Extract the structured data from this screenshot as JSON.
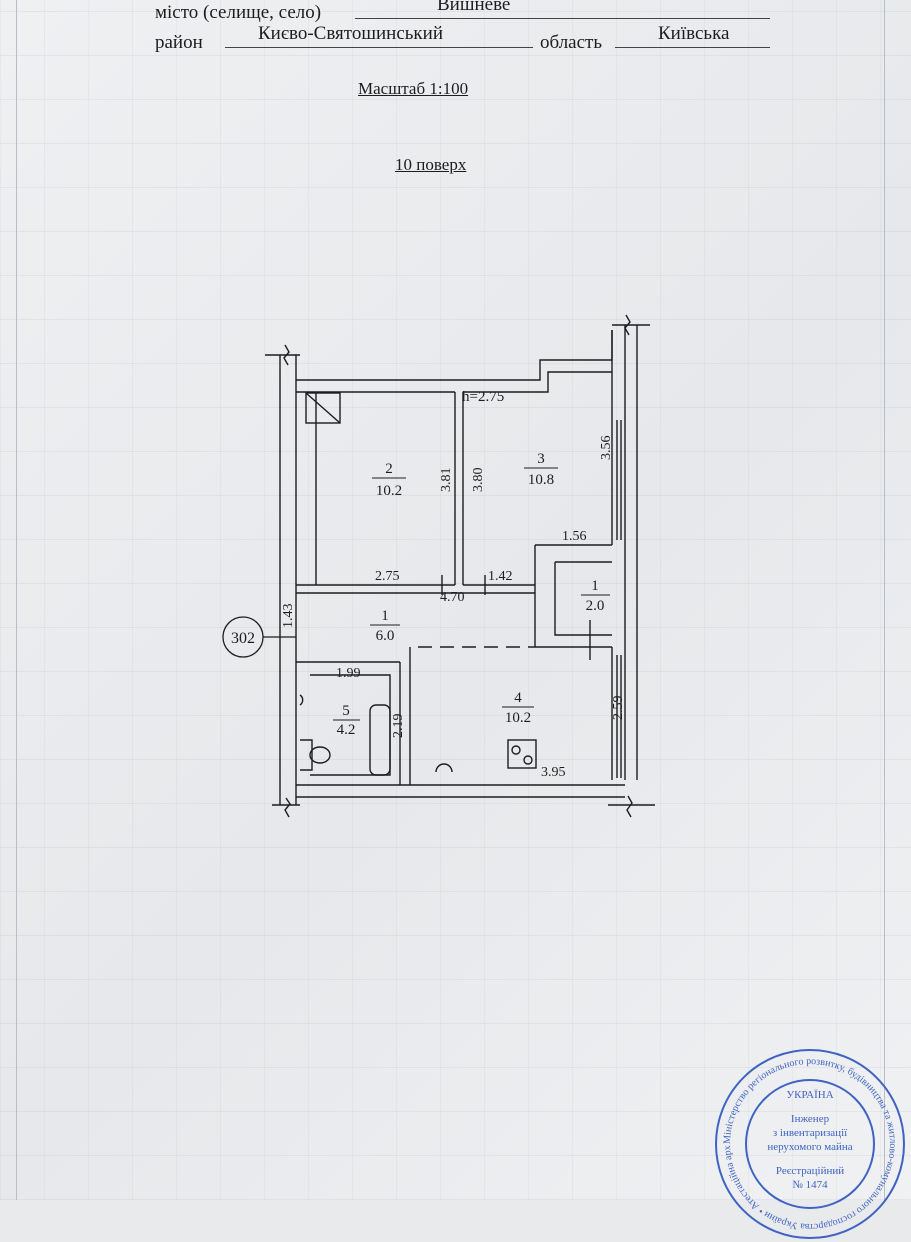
{
  "header": {
    "city_label": "місто (селище, село)",
    "city_value": "Вишневе",
    "district_label": "район",
    "district_value": "Києво-Святошинський",
    "region_label": "область",
    "region_value": "Київська",
    "scale": "Масштаб 1:100",
    "floor": "10 поверх"
  },
  "plan": {
    "ceiling_height": "h=2.75",
    "apartment_number": "302",
    "rooms": [
      {
        "number": "2",
        "area": "10.2"
      },
      {
        "number": "3",
        "area": "10.8"
      },
      {
        "number": "1",
        "area": "6.0"
      },
      {
        "number": "1",
        "area": "2.0"
      },
      {
        "number": "4",
        "area": "10.2"
      },
      {
        "number": "5",
        "area": "4.2"
      }
    ],
    "dimensions": [
      "3.81",
      "3.80",
      "3.56",
      "1.56",
      "2.75",
      "1.42",
      "4.70",
      "1.43",
      "1.99",
      "2.19",
      "2.59",
      "3.95"
    ]
  },
  "stamp": {
    "text_outer": "Міністерство регіонального розвитку, будівництва та житлово-комунального господарства України • Атестаційна архітектурно-будівельна комісія •",
    "country": "УКРАЇНА",
    "line1": "Інженер",
    "line2": "з інвентаризації",
    "line3": "нерухомого майна",
    "reg_label": "Реєстраційний",
    "reg_number": "№ 1474",
    "color": "#3f63c4"
  },
  "colors": {
    "ink": "#1d1d1f",
    "paper": "#e9eaec",
    "stamp": "#3f63c4"
  }
}
